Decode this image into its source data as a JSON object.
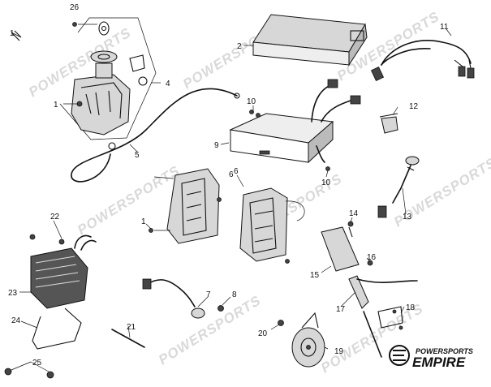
{
  "callouts": {
    "p1a": "1",
    "p1b": "1",
    "p2": "2",
    "p4": "4",
    "p5": "5",
    "p6a": "6",
    "p6b": "6",
    "p7": "7",
    "p8": "8",
    "p9": "9",
    "p10a": "10",
    "p10b": "10",
    "p11": "11",
    "p12": "12",
    "p13": "13",
    "p14": "14",
    "p15": "15",
    "p16": "16",
    "p17": "17",
    "p18": "18",
    "p19": "19",
    "p20": "20",
    "p21": "21",
    "p22": "22",
    "p23": "23",
    "p24": "24",
    "p25": "25",
    "p26": "26"
  },
  "watermark": "POWERSPORTS",
  "logo": {
    "line1": "POWERSPORTS",
    "line2": "EMPIRE",
    "icon": "empire-emblem-icon"
  }
}
